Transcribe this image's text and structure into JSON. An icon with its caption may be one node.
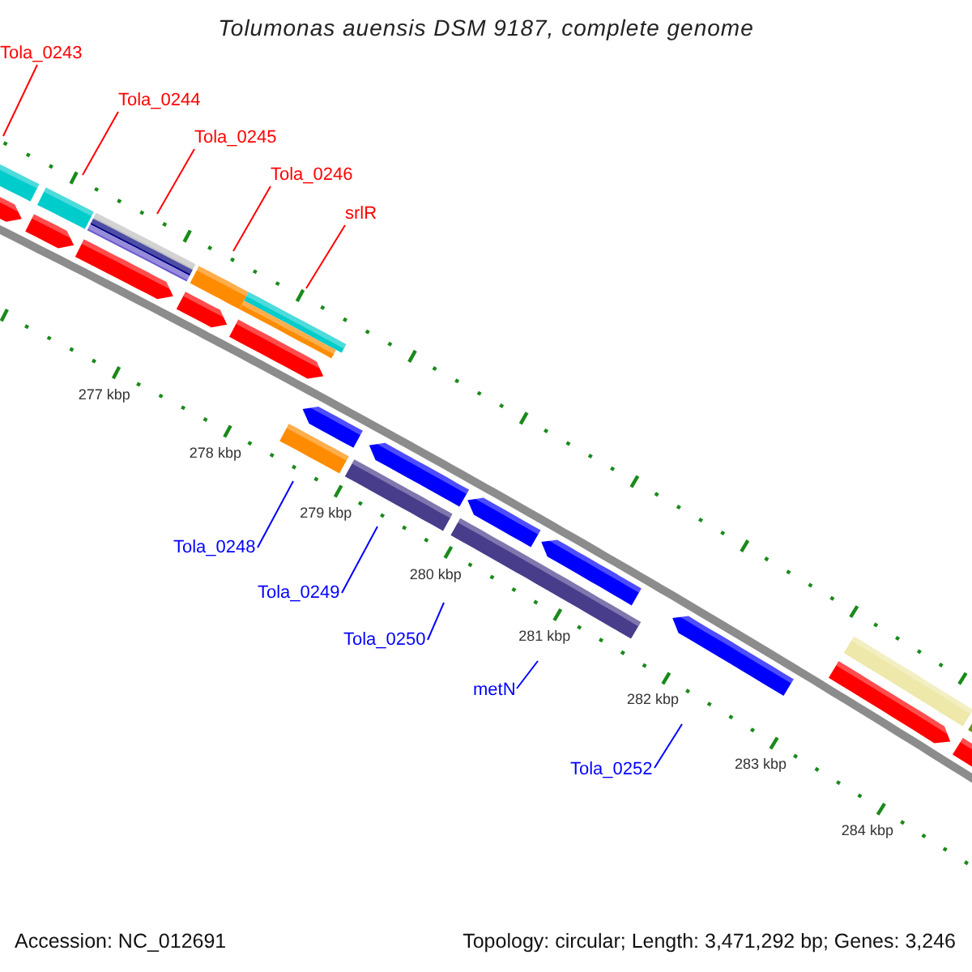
{
  "diagram": {
    "title": "Tolumonas auensis DSM 9187, complete genome",
    "nodes": [
      {
        "text": [
          "Tola_0243"
        ]
      },
      {
        "text": [
          "Tola_0244"
        ]
      },
      {
        "text": [
          "Tola_0245"
        ]
      },
      {
        "text": [
          "Tola_0246"
        ]
      },
      {
        "text": [
          "srlR"
        ]
      },
      {
        "text": [
          "Tola_0248"
        ]
      },
      {
        "text": [
          "Tola_0249"
        ]
      },
      {
        "text": [
          "Tola_0250"
        ]
      },
      {
        "text": [
          "metN"
        ]
      },
      {
        "text": [
          "Tola_0252"
        ]
      }
    ],
    "edges": [
      {
        "from": 0,
        "to": null,
        "arrow": "none",
        "color": "#ff0000"
      },
      {
        "from": 1,
        "to": null,
        "arrow": "none",
        "color": "#ff0000"
      },
      {
        "from": 2,
        "to": null,
        "arrow": "none",
        "color": "#ff0000"
      },
      {
        "from": 3,
        "to": null,
        "arrow": "none",
        "color": "#ff0000"
      },
      {
        "from": 4,
        "to": null,
        "arrow": "none",
        "color": "#ff0000"
      },
      {
        "from": 5,
        "to": null,
        "arrow": "none",
        "color": "#0000ff"
      },
      {
        "from": 6,
        "to": null,
        "arrow": "none",
        "color": "#0000ff"
      },
      {
        "from": 7,
        "to": null,
        "arrow": "none",
        "color": "#0000ff"
      },
      {
        "from": 8,
        "to": null,
        "arrow": "none",
        "color": "#0000ff"
      },
      {
        "from": 9,
        "to": null,
        "arrow": "none",
        "color": "#0000ff"
      }
    ],
    "labels": [
      "277 kbp",
      "278 kbp",
      "279 kbp",
      "280 kbp",
      "281 kbp",
      "282 kbp",
      "283 kbp",
      "284 kbp",
      "Accession: NC_012691",
      "Topology: circular; Length: 3,471,292 bp; Genes: 3,246"
    ]
  }
}
